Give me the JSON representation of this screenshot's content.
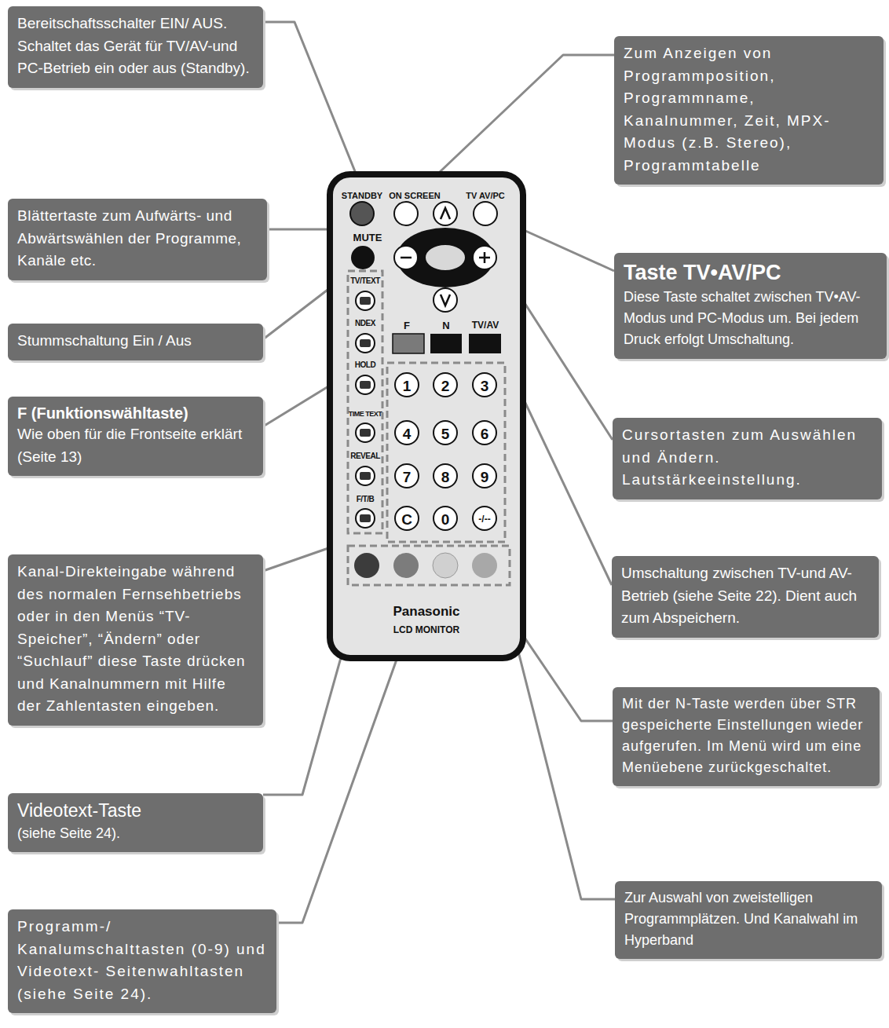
{
  "diagram": {
    "nodes": [
      {
        "text": [
          "Bereitschaftsschalter EIN/ AUS. Schaltet das Gerät für TV/AV-und PC-Betrieb ein oder aus (Standby)."
        ]
      },
      {
        "text": [
          "Zum Anzeigen von Programmposition, Programmname, Kanalnummer, Zeit, MPX- Modus (z.B. Stereo), Programmtabelle"
        ]
      },
      {
        "text": [
          "Blättertaste zum Aufwärts- und Abwärtswählen der Programme, Kanäle etc."
        ]
      },
      {
        "text": [
          "Taste TV•AV/PC",
          "Diese Taste schaltet zwischen TV•AV-Modus und PC-Modus um. Bei jedem Druck erfolgt Umschaltung."
        ]
      },
      {
        "text": [
          "Stummschaltung Ein / Aus"
        ]
      },
      {
        "text": [
          "F (Funktionswähltaste)",
          "Wie oben für die Frontseite erklärt (Seite 13)"
        ]
      },
      {
        "text": [
          "Cursortasten zum Auswählen und Ändern. Lautstärkeeinstellung."
        ]
      },
      {
        "text": [
          "Kanal-Direkteingabe während des normalen Fernsehbetriebs oder in den Menüs “TV-Speicher”, “Ändern” oder “Suchlauf” diese Taste drücken und Kanalnummern mit Hilfe der Zahlentasten eingeben."
        ]
      },
      {
        "text": [
          "Umschaltung zwischen TV-und AV-Betrieb (siehe Seite 22). Dient auch zum Abspeichern."
        ]
      },
      {
        "text": [
          "Mit der N-Taste werden über STR gespeicherte Einstellungen wieder aufgerufen. Im Menü wird um eine Menüebene zurückgeschaltet."
        ]
      },
      {
        "text": [
          "Videotext-Taste",
          "(siehe Seite 24)."
        ]
      },
      {
        "text": [
          "Zur Auswahl von zweistelligen Programmplätzen. Und Kanalwahl im Hyperband"
        ]
      },
      {
        "text": [
          "Programm-/ Kanalumschalttasten (0-9) und Videotext- Seitenwahltasten (siehe Seite 24)."
        ]
      }
    ],
    "labels": [
      "STANDBY",
      "ON SCREEN",
      "TV AV/PC",
      "MUTE",
      "TV/TEXT",
      "NDEX",
      "F",
      "N",
      "TV/AV",
      "HOLD",
      "1",
      "2",
      "3",
      "TIME TEXT",
      "4",
      "5",
      "6",
      "REVEAL",
      "7",
      "8",
      "9",
      "F/T/B",
      "C",
      "0",
      "-/--",
      "Panasonic",
      "LCD MONITOR"
    ]
  }
}
